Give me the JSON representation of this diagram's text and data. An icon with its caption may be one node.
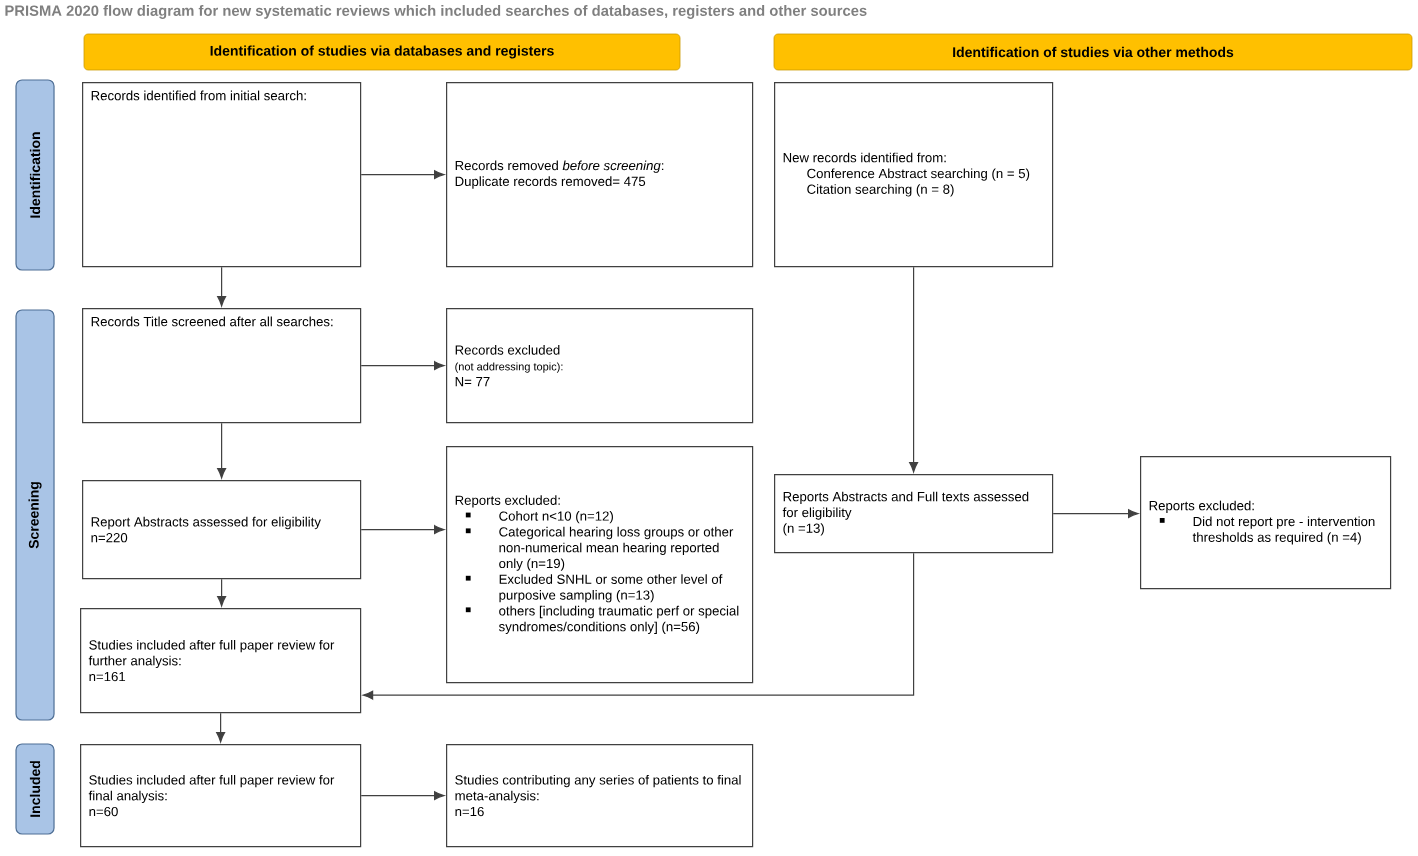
{
  "diagram": {
    "title": "PRISMA 2020 flow diagram for new systematic reviews which included searches of databases, registers and other sources",
    "nodes": [
      {
        "text": [
          "Identification of studies via databases and registers"
        ]
      },
      {
        "text": [
          "Identification of studies via other methods"
        ]
      },
      {
        "text": [
          "Identification"
        ]
      },
      {
        "text": [
          "Records identified from initial search:"
        ]
      },
      {
        "text": [
          "Records removed *before screening*:",
          "Duplicate records removed= 475"
        ]
      },
      {
        "text": [
          "New records identified from:",
          "Conference Abstract searching (n = 5)",
          "Citation searching (n = 8)"
        ]
      },
      {
        "text": [
          "Screening"
        ]
      },
      {
        "text": [
          "Records Title screened after all searches:"
        ]
      },
      {
        "text": [
          "Records excluded",
          "(not addressing topic):",
          "N= 77"
        ]
      },
      {
        "text": [
          "Report Abstracts assessed for eligibility",
          "n=220"
        ]
      },
      {
        "text": [
          "Reports excluded:",
          "Cohort n<10 (n=12)",
          "Categorical hearing loss groups or other non-numerical mean hearing reported only (n=19)",
          "Excluded SNHL or some other level of purposive sampling (n=13)",
          "others [including traumatic perf or special syndromes/conditions only] (n=56)"
        ]
      },
      {
        "text": [
          "Reports Abstracts and Full texts assessed for eligibility",
          "(n =13)"
        ]
      },
      {
        "text": [
          "Reports excluded:",
          "Did not report pre - intervention thresholds as required (n =4)"
        ]
      },
      {
        "text": [
          "Studies included after full paper review for further analysis:",
          "n=161"
        ]
      },
      {
        "text": [
          "Included"
        ]
      },
      {
        "text": [
          "Studies included after full paper review for final analysis:",
          "n=60"
        ]
      },
      {
        "text": [
          "Studies contributing any series of patients to final meta-analysis:",
          "n=16"
        ]
      }
    ],
    "edges": [
      {
        "from": 3,
        "to": 4,
        "arrow": "to"
      },
      {
        "from": 3,
        "to": 7,
        "arrow": "to"
      },
      {
        "from": 7,
        "to": 8,
        "arrow": "to"
      },
      {
        "from": 7,
        "to": 9,
        "arrow": "to"
      },
      {
        "from": 9,
        "to": 10,
        "arrow": "to"
      },
      {
        "from": 9,
        "to": 13,
        "arrow": "to"
      },
      {
        "from": 5,
        "to": 11,
        "arrow": "to"
      },
      {
        "from": 11,
        "to": 12,
        "arrow": "to"
      },
      {
        "from": 11,
        "to": 13,
        "arrow": "to"
      },
      {
        "from": 13,
        "to": 15,
        "arrow": "to"
      },
      {
        "from": 15,
        "to": 16,
        "arrow": "to"
      }
    ]
  }
}
